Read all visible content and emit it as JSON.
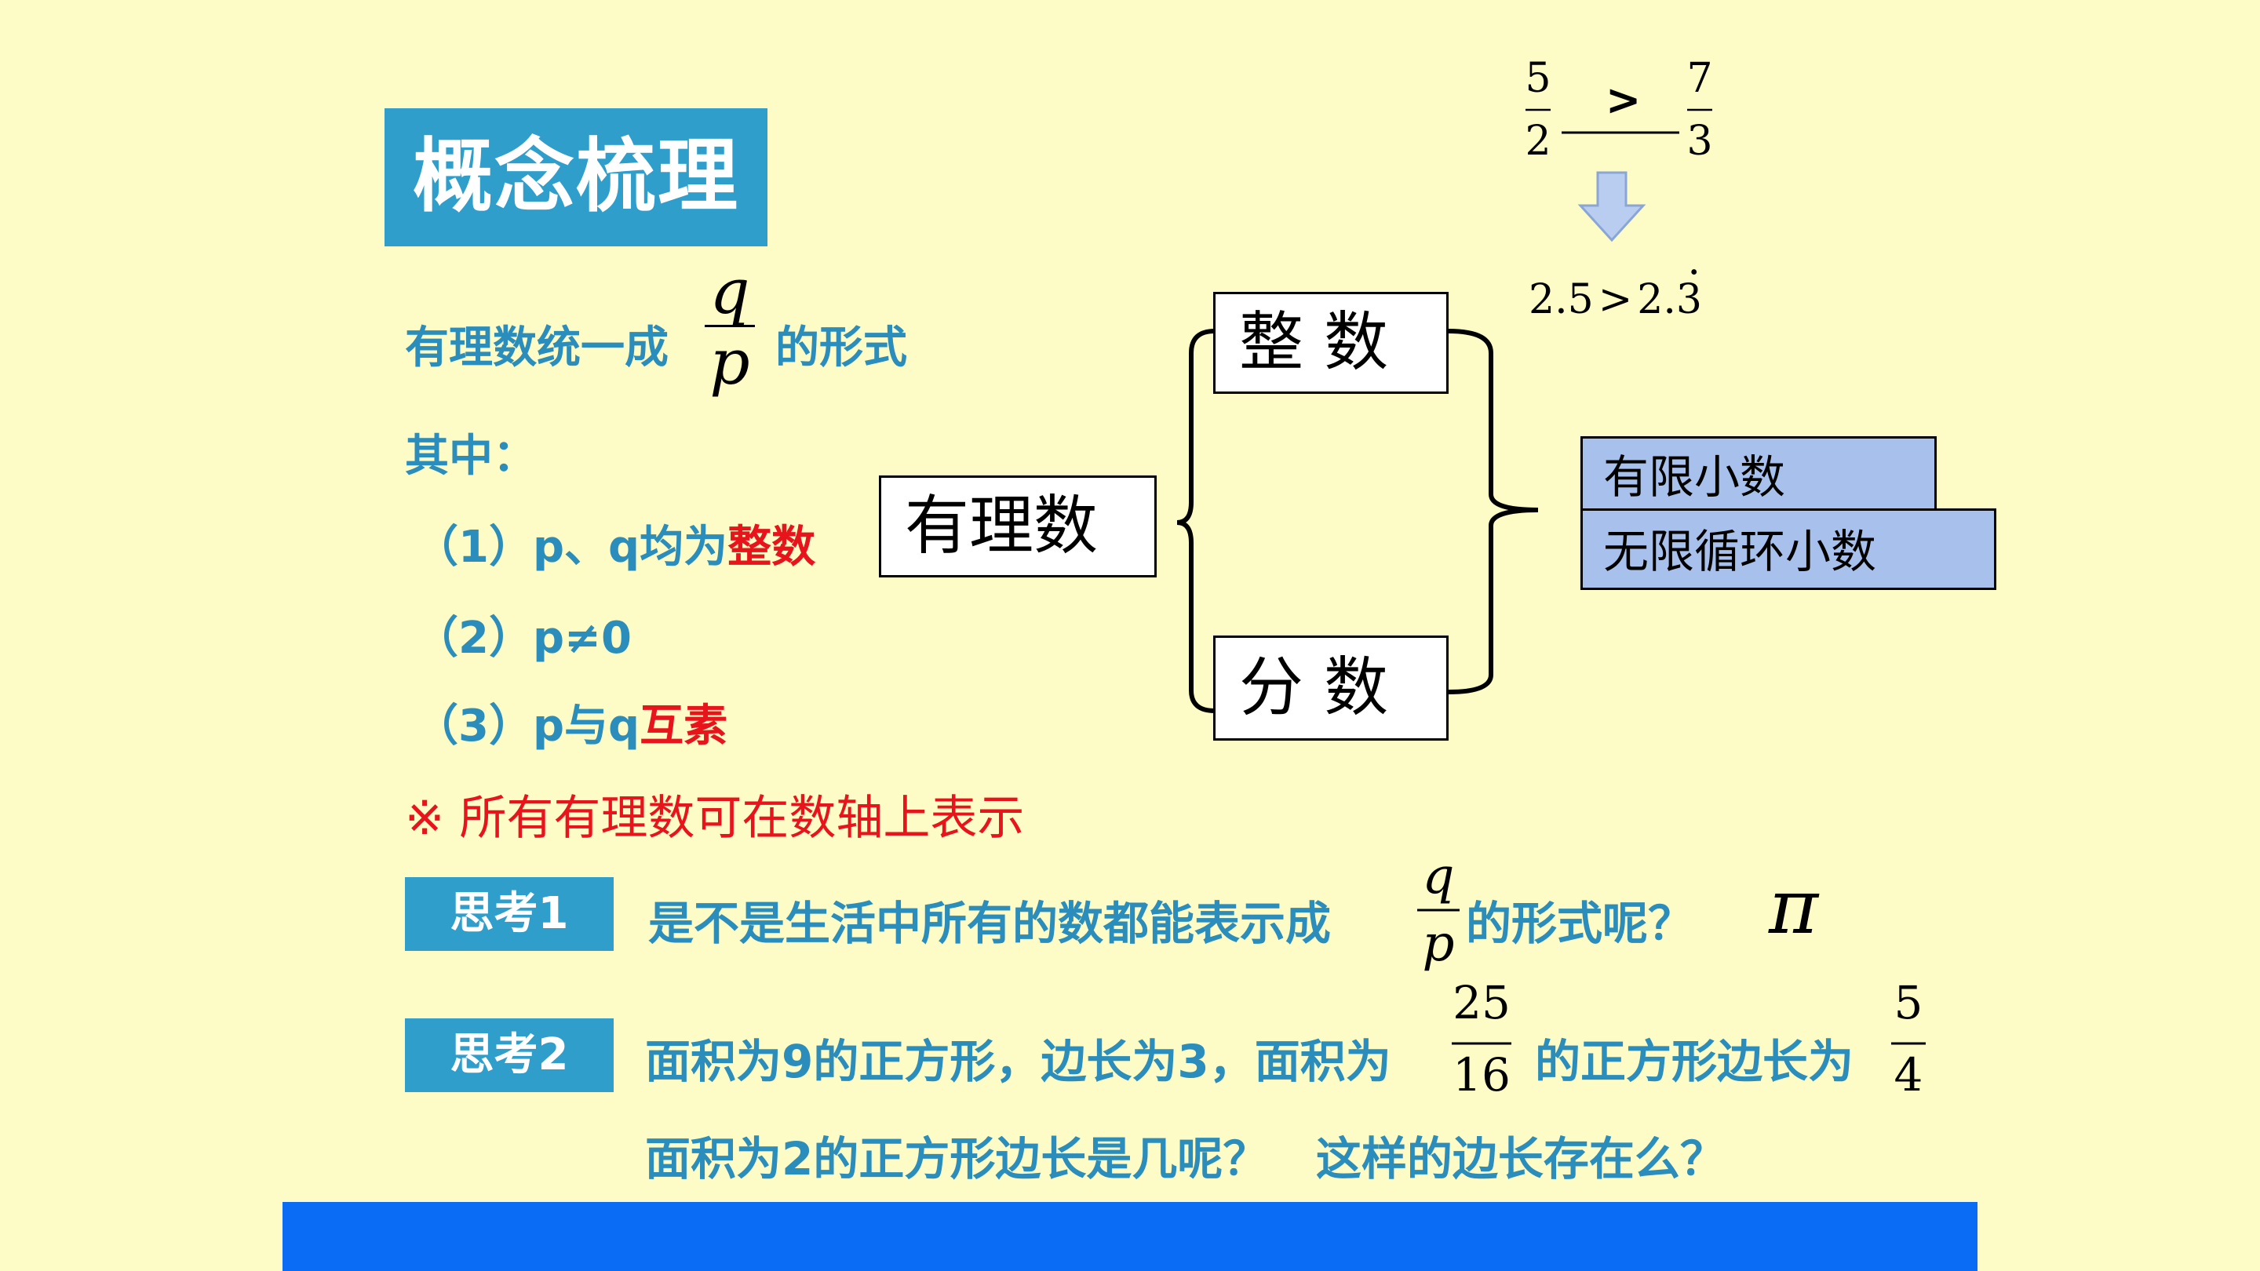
{
  "title": "概念梳理",
  "unify": {
    "prefix": "有理数统一成",
    "frac_num": "q",
    "frac_den": "p",
    "suffix": "的形式"
  },
  "qizhong": "其中：",
  "conditions": [
    {
      "prefix": "（1）p、q均为",
      "highlight": "整数"
    },
    {
      "prefix": "（2）p≠0",
      "highlight": ""
    },
    {
      "prefix": "（3）p与q",
      "highlight": "互素"
    }
  ],
  "note": "※ 所有有理数可在数轴上表示",
  "tree": {
    "root": "有理数",
    "integer": "整 数",
    "fraction": "分 数",
    "finite_decimal": "有限小数",
    "infinite_decimal": "无限循环小数"
  },
  "example": {
    "left_num": "5",
    "left_den": "2",
    "op": ">",
    "right_num": "7",
    "right_den": "3",
    "decimal_left": "2.5",
    "decimal_op": ">",
    "decimal_right": "2.3",
    "repeat_dot": "·"
  },
  "think1": {
    "badge": "思考1",
    "text": "是不是生活中所有的数都能表示成",
    "frac_num": "q",
    "frac_den": "p",
    "suffix": "的形式呢？",
    "symbol": "π"
  },
  "think2": {
    "badge": "思考2",
    "text_a": "面积为9的正方形，边长为3，面积为",
    "frac1_num": "25",
    "frac1_den": "16",
    "text_b": "的正方形边长为",
    "frac2_num": "5",
    "frac2_den": "4",
    "line2": "面积为2的正方形边长是几呢？   这样的边长存在么？"
  },
  "colors": {
    "background": "#fdfbc6",
    "teal_box": "#2f9ecb",
    "teal_text": "#2a8dbb",
    "red": "#e8141b",
    "decimal_box": "#a8c1ec",
    "bottom_bar": "#0a6cf5",
    "arrow_fill": "#b9cdf0"
  }
}
